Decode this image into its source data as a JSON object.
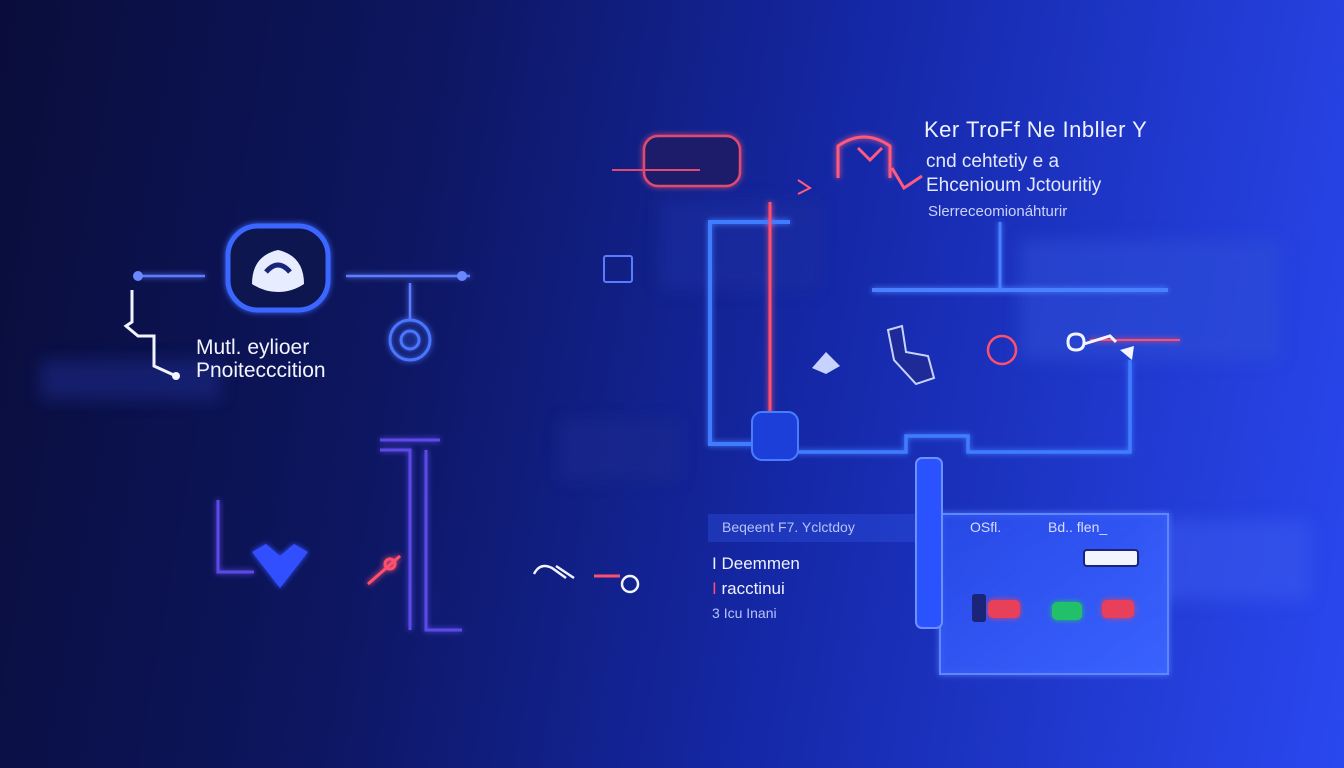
{
  "shield_card": {
    "line1": "Mutl. eylioer",
    "line2": "Pnoitecccition"
  },
  "header": {
    "title": "Ker TroFf Ne Inbller Y",
    "subtitle_1": "cnd cehtetiy e a",
    "subtitle_2": "Ehcenioum Jctouritiy",
    "caption": "Slerreceomionáhturir"
  },
  "panel": {
    "title": "Beqeent F7. Yclctdoy",
    "col_1": "OSfl.",
    "col_2": "Bd.. flen_",
    "rows": [
      {
        "marker": "I",
        "label": "Deemmen"
      },
      {
        "marker": "I",
        "label": "racctinui"
      },
      {
        "marker": "3",
        "label": "Icu Inani"
      }
    ]
  },
  "colors": {
    "background_start": "#0a0d3a",
    "background_end": "#2a48f0",
    "line_blue": "#3f7cff",
    "line_red": "#ff4f6e",
    "status_red": "#e8405a",
    "status_green": "#22c06a"
  },
  "icons": [
    "shield-lock-icon",
    "target-icon",
    "heart-shield-icon",
    "wrench-icon",
    "gear-icon",
    "key-icon"
  ]
}
